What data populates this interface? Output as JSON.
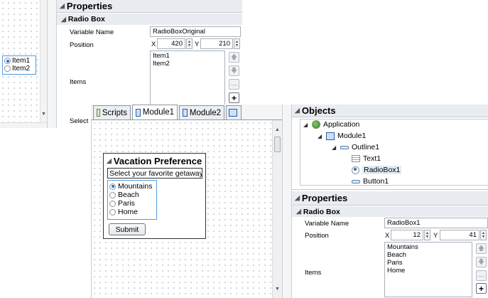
{
  "background_panel": {
    "radio_items": [
      "Item1",
      "Item2"
    ],
    "select_label_partial": "Select",
    "properties": {
      "header": "Properties",
      "section": "Radio Box",
      "variable_name_label": "Variable Name",
      "variable_name_value": "RadioBoxOriginal",
      "position_label": "Position",
      "x_label": "X",
      "x_value": "420",
      "y_label": "Y",
      "y_value": "210",
      "items_label": "Items",
      "items": [
        "Item1",
        "Item2"
      ]
    }
  },
  "tabs": [
    {
      "label": "Scripts",
      "icon": "scripts-icon"
    },
    {
      "label": "Module1",
      "icon": "module-icon",
      "active": true
    },
    {
      "label": "Module2",
      "icon": "module-icon"
    }
  ],
  "form": {
    "title": "Vacation Preference",
    "prompt": "Select your favorite getaway.",
    "options": [
      "Mountains",
      "Beach",
      "Paris",
      "Home"
    ],
    "selected_index": 0,
    "submit_label": "Submit"
  },
  "objects_panel": {
    "header": "Objects",
    "tree": [
      {
        "label": "Application",
        "icon": "application-icon",
        "expanded": true
      },
      {
        "label": "Module1",
        "icon": "module-icon",
        "expanded": true
      },
      {
        "label": "Outline1",
        "icon": "outline-icon",
        "expanded": true
      },
      {
        "label": "Text1",
        "icon": "text-icon"
      },
      {
        "label": "RadioBox1",
        "icon": "radio-icon",
        "selected": true
      },
      {
        "label": "Button1",
        "icon": "button-icon"
      }
    ]
  },
  "properties_panel": {
    "header": "Properties",
    "section": "Radio Box",
    "variable_name_label": "Variable Name",
    "variable_name_value": "RadioBox1",
    "position_label": "Position",
    "x_label": "X",
    "x_value": "12",
    "y_label": "Y",
    "y_value": "41",
    "items_label": "Items",
    "items": [
      "Mountains",
      "Beach",
      "Paris",
      "Home"
    ]
  },
  "colors": {
    "selection_border": "#4d9de0",
    "header_bg": "#e9ecf0",
    "radio_fill": "#2f6fb8"
  }
}
